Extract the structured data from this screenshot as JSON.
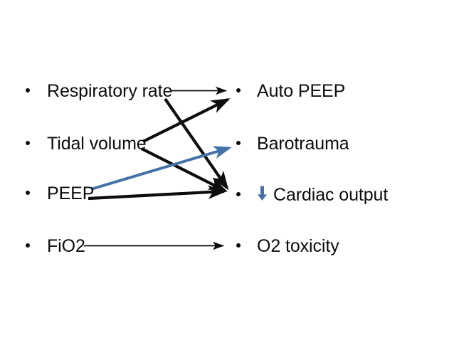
{
  "slide": {
    "background_color": "#ffffff",
    "text_color": "#0d0d0d",
    "accent_color": "#4472a8",
    "left_column": [
      {
        "label": "Respiratory rate"
      },
      {
        "label": "Tidal volume"
      },
      {
        "label": "PEEP"
      },
      {
        "label": "FiO2"
      }
    ],
    "right_column": [
      {
        "label": "Auto PEEP",
        "icon": ""
      },
      {
        "label": "Barotrauma",
        "icon": ""
      },
      {
        "label": "Cardiac output",
        "icon": "down-arrow-icon",
        "icon_glyph": "⬇"
      },
      {
        "label": "O2 toxicity",
        "icon": ""
      }
    ],
    "connectors": [
      {
        "name": "respiratory-rate-to-auto-peep",
        "color": "#0d0d0d",
        "style": "thin"
      },
      {
        "name": "respiratory-rate-to-cardiac-output",
        "color": "#0d0d0d",
        "style": "thick"
      },
      {
        "name": "tidal-volume-to-auto-peep",
        "color": "#0d0d0d",
        "style": "thick"
      },
      {
        "name": "tidal-volume-to-cardiac-output",
        "color": "#0d0d0d",
        "style": "thick"
      },
      {
        "name": "peep-to-barotrauma",
        "color": "#4472a8",
        "style": "thick"
      },
      {
        "name": "peep-to-cardiac-output",
        "color": "#0d0d0d",
        "style": "thick"
      },
      {
        "name": "fio2-to-o2-toxicity",
        "color": "#0d0d0d",
        "style": "thin"
      }
    ]
  }
}
